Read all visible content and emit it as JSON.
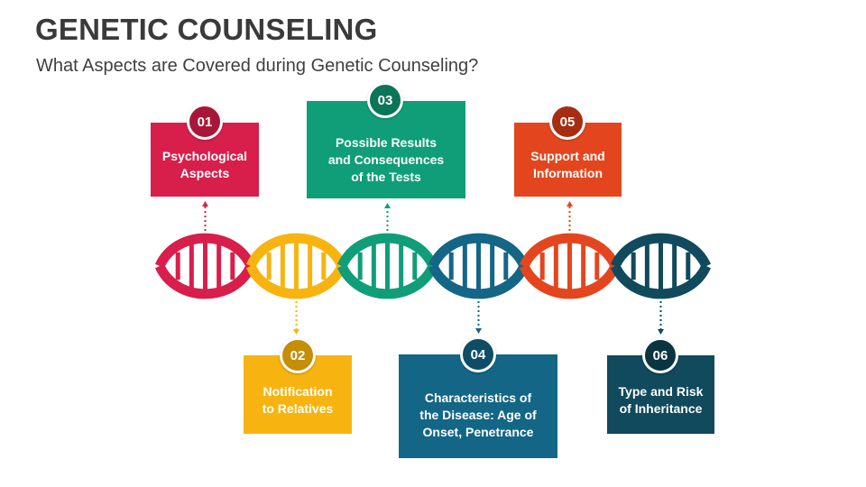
{
  "header": {
    "title": "GENETIC COUNSELING",
    "subtitle": "What Aspects are Covered during Genetic Counseling?"
  },
  "items": [
    {
      "number": "01",
      "lines": [
        "Psychological",
        "Aspects"
      ],
      "color": "#d81e4b",
      "badge_color": "#a8173a"
    },
    {
      "number": "02",
      "lines": [
        "Notification",
        "to Relatives"
      ],
      "color": "#f7b410",
      "badge_color": "#c48e07"
    },
    {
      "number": "03",
      "lines": [
        "Possible Results",
        "and Consequences",
        "of the Tests"
      ],
      "color": "#0f9e78",
      "badge_color": "#0a7558"
    },
    {
      "number": "04",
      "lines": [
        "Characteristics of",
        "the Disease: Age of",
        "Onset, Penetrance"
      ],
      "color": "#146686",
      "badge_color": "#0f4d66"
    },
    {
      "number": "05",
      "lines": [
        "Support and",
        "Information"
      ],
      "color": "#e3461e",
      "badge_color": "#a52d12"
    },
    {
      "number": "06",
      "lines": [
        "Type and Risk",
        "of Inheritance"
      ],
      "color": "#104a5c",
      "badge_color": "#0b3441"
    }
  ]
}
